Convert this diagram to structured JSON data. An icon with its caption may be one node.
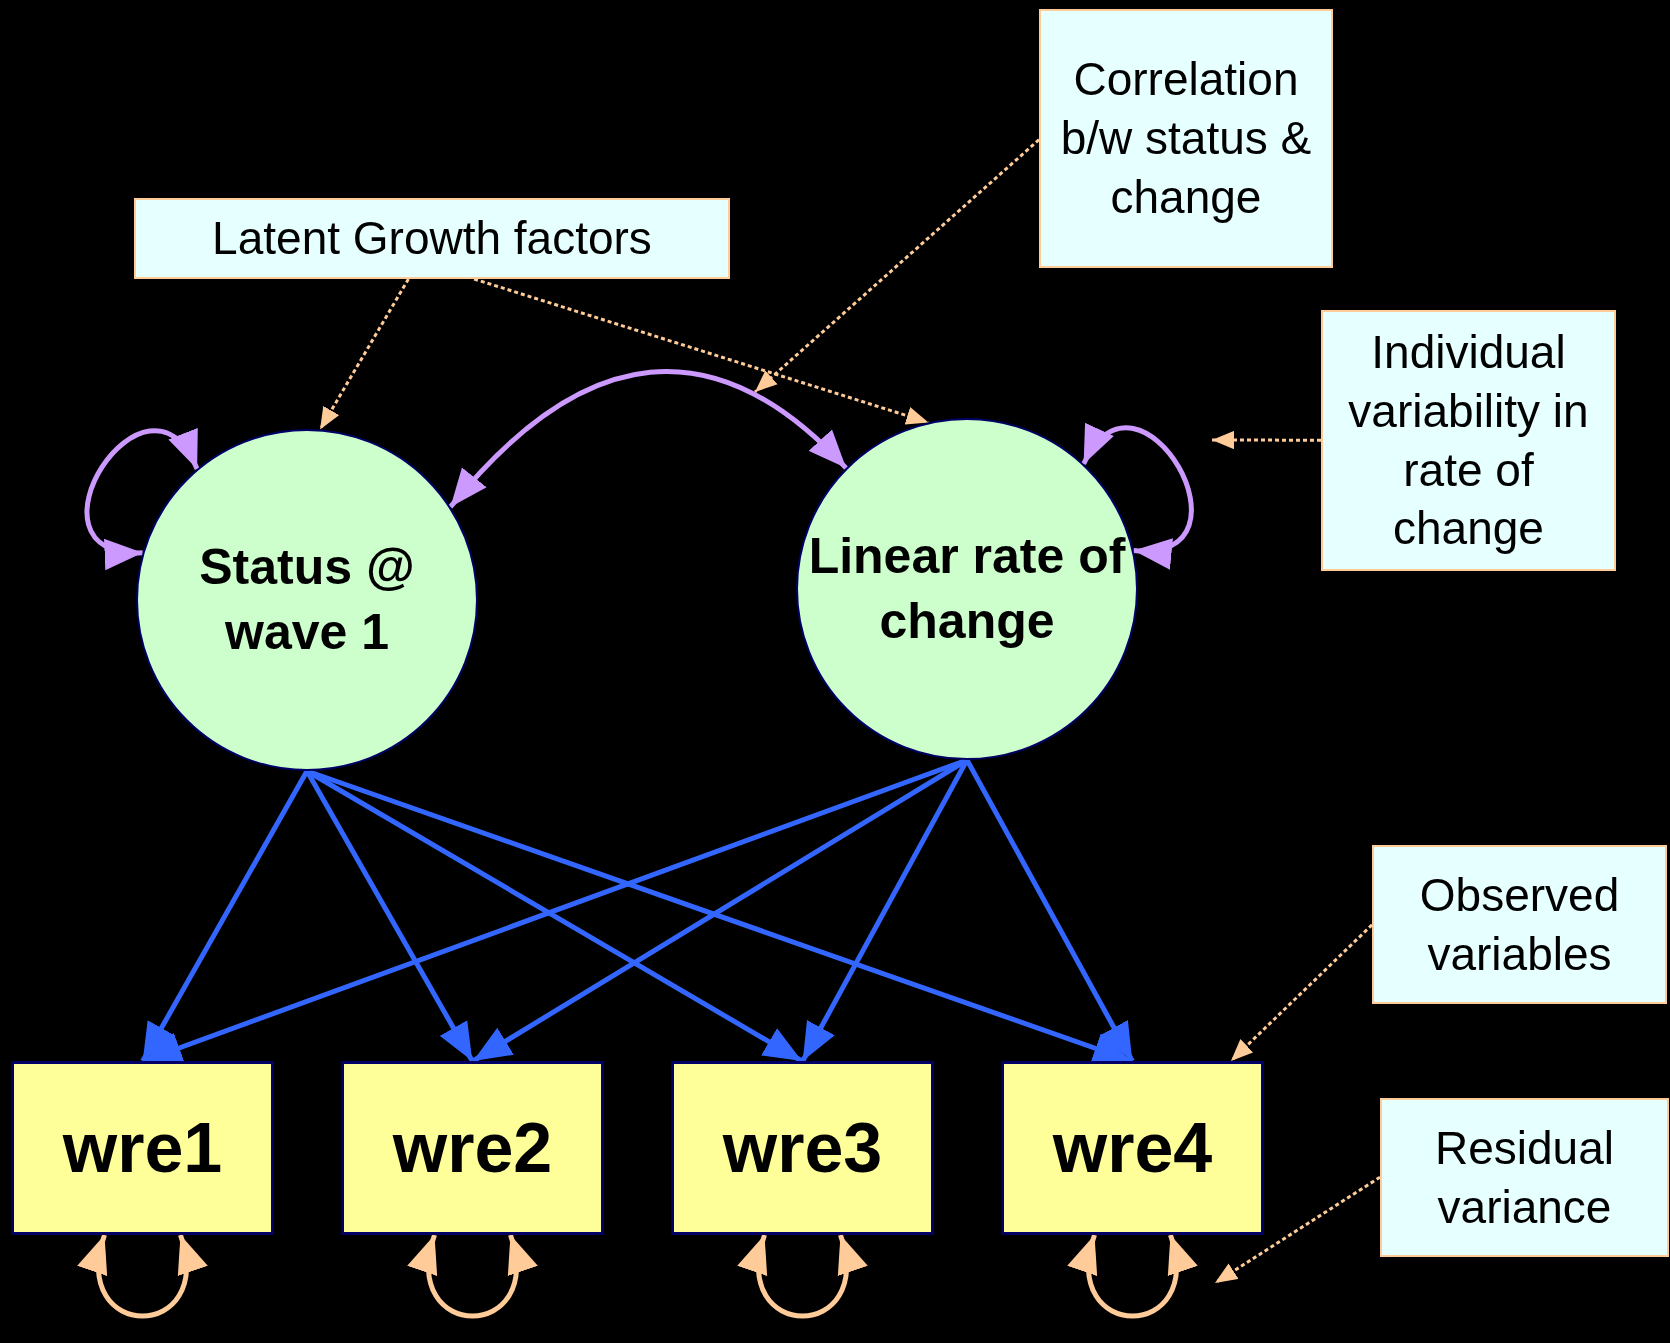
{
  "diagram": {
    "nodes": [
      {
        "text": [
          "Latent Growth factors"
        ]
      },
      {
        "text": [
          "Correlation b/w status & change"
        ]
      },
      {
        "text": [
          "Individual variability in rate of change"
        ]
      },
      {
        "text": [
          "Status @ wave 1"
        ]
      },
      {
        "text": [
          "Linear rate of change"
        ]
      },
      {
        "text": [
          "Observed variables"
        ]
      },
      {
        "text": [
          "wre1"
        ]
      },
      {
        "text": [
          "wre2"
        ]
      },
      {
        "text": [
          "wre3"
        ]
      },
      {
        "text": [
          "wre4"
        ]
      },
      {
        "text": [
          "Residual variance"
        ]
      }
    ],
    "edges": [
      {
        "from": 0,
        "to": 3,
        "arrow": "to",
        "style": "dashed",
        "color": "#ffcc99"
      },
      {
        "from": 0,
        "to": 4,
        "arrow": "to",
        "style": "dashed",
        "color": "#ffcc99"
      },
      {
        "from": 1,
        "to": null,
        "arrow": "to",
        "style": "dashed",
        "color": "#ffcc99"
      },
      {
        "from": 2,
        "to": null,
        "arrow": "to",
        "style": "dashed",
        "color": "#ffcc99"
      },
      {
        "from": 5,
        "to": 9,
        "arrow": "to",
        "style": "dashed",
        "color": "#ffcc99"
      },
      {
        "from": 10,
        "to": null,
        "arrow": "to",
        "style": "dashed",
        "color": "#ffcc99"
      },
      {
        "from": 3,
        "to": 3,
        "arrow": "both",
        "color": "#cc99ff"
      },
      {
        "from": 4,
        "to": 4,
        "arrow": "both",
        "color": "#cc99ff"
      },
      {
        "from": 3,
        "to": 4,
        "arrow": "both",
        "color": "#cc99ff"
      },
      {
        "from": 3,
        "to": 6,
        "arrow": "to",
        "color": "#3366ff"
      },
      {
        "from": 3,
        "to": 7,
        "arrow": "to",
        "color": "#3366ff"
      },
      {
        "from": 3,
        "to": 8,
        "arrow": "to",
        "color": "#3366ff"
      },
      {
        "from": 3,
        "to": 9,
        "arrow": "to",
        "color": "#3366ff"
      },
      {
        "from": 4,
        "to": 6,
        "arrow": "to",
        "color": "#3366ff"
      },
      {
        "from": 4,
        "to": 7,
        "arrow": "to",
        "color": "#3366ff"
      },
      {
        "from": 4,
        "to": 8,
        "arrow": "to",
        "color": "#3366ff"
      },
      {
        "from": 4,
        "to": 9,
        "arrow": "to",
        "color": "#3366ff"
      },
      {
        "from": 6,
        "to": 6,
        "arrow": "both",
        "color": "#ffcc99"
      },
      {
        "from": 7,
        "to": 7,
        "arrow": "both",
        "color": "#ffcc99"
      },
      {
        "from": 8,
        "to": 8,
        "arrow": "both",
        "color": "#ffcc99"
      },
      {
        "from": 9,
        "to": 9,
        "arrow": "both",
        "color": "#ffcc99"
      }
    ]
  }
}
